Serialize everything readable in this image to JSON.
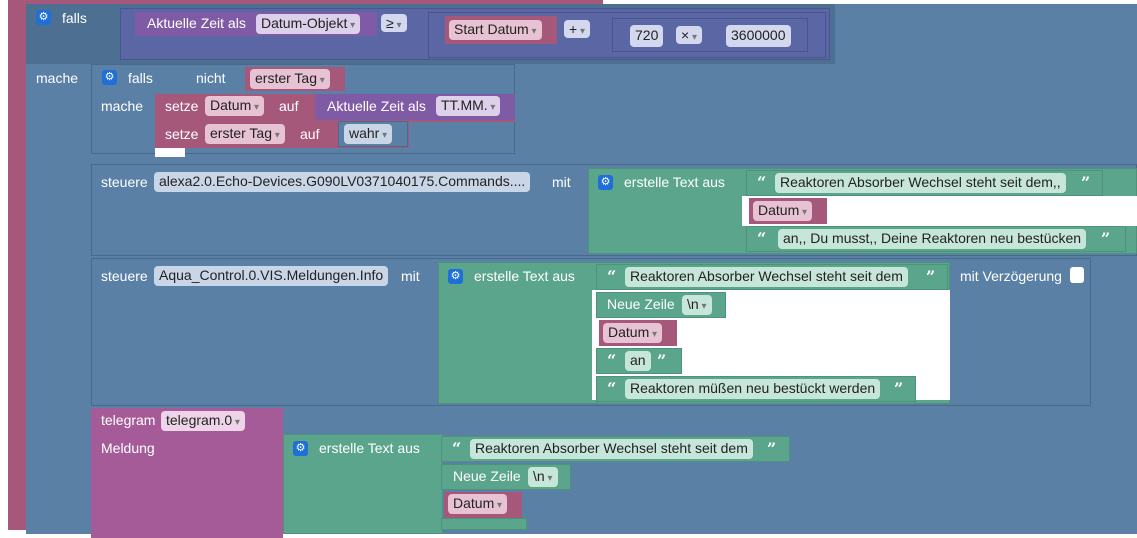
{
  "if_block": {
    "falls": "falls",
    "mache": "mache",
    "current_time_label": "Aktuelle Zeit als",
    "current_time_format": "Datum-Objekt",
    "compare_op": "≥",
    "start_var": "Start Datum",
    "plus_op": "+",
    "num_a": "720",
    "times_op": "×",
    "num_b": "3600000"
  },
  "inner_if": {
    "falls": "falls",
    "nicht": "nicht",
    "var": "erster Tag",
    "mache": "mache",
    "set1": {
      "setze": "setze",
      "var": "Datum",
      "auf": "auf",
      "time_label": "Aktuelle Zeit als",
      "time_format": "TT.MM."
    },
    "set2": {
      "setze": "setze",
      "var": "erster Tag",
      "auf": "auf",
      "value": "wahr"
    }
  },
  "control1": {
    "steuere": "steuere",
    "target": "alexa2.0.Echo-Devices.G090LV0371040175.Commands....",
    "mit": "mit",
    "create_text": "erstelle Text aus",
    "text1": "Reaktoren Absorber Wechsel steht seit dem,,",
    "var": "Datum",
    "text2": "an,, Du musst,, Deine Reaktoren neu bestücken"
  },
  "control2": {
    "steuere": "steuere",
    "target": "Aqua_Control.0.VIS.Meldungen.Info",
    "mit": "mit",
    "create_text": "erstelle Text aus",
    "text1": "Reaktoren Absorber Wechsel steht seit dem",
    "newline_label": "Neue Zeile",
    "newline_value": "\\n",
    "var": "Datum",
    "text2": "an",
    "text3": "Reaktoren müßen neu bestückt werden",
    "delay_label": "mit Verzögerung"
  },
  "telegram": {
    "label": "telegram",
    "instance": "telegram.0",
    "meldung": "Meldung",
    "create_text": "erstelle Text aus",
    "text1": "Reaktoren Absorber Wechsel steht seit dem",
    "newline_label": "Neue Zeile",
    "newline_value": "\\n",
    "var": "Datum"
  },
  "icons": {
    "gear": "gear-icon",
    "quote_open": "“",
    "quote_close": "”"
  },
  "colors": {
    "logic": "#5b80a5",
    "variable": "#a5587a",
    "time": "#805ba5",
    "text": "#5ba58c",
    "math": "#5b67a5",
    "telegram": "#a55b98"
  }
}
